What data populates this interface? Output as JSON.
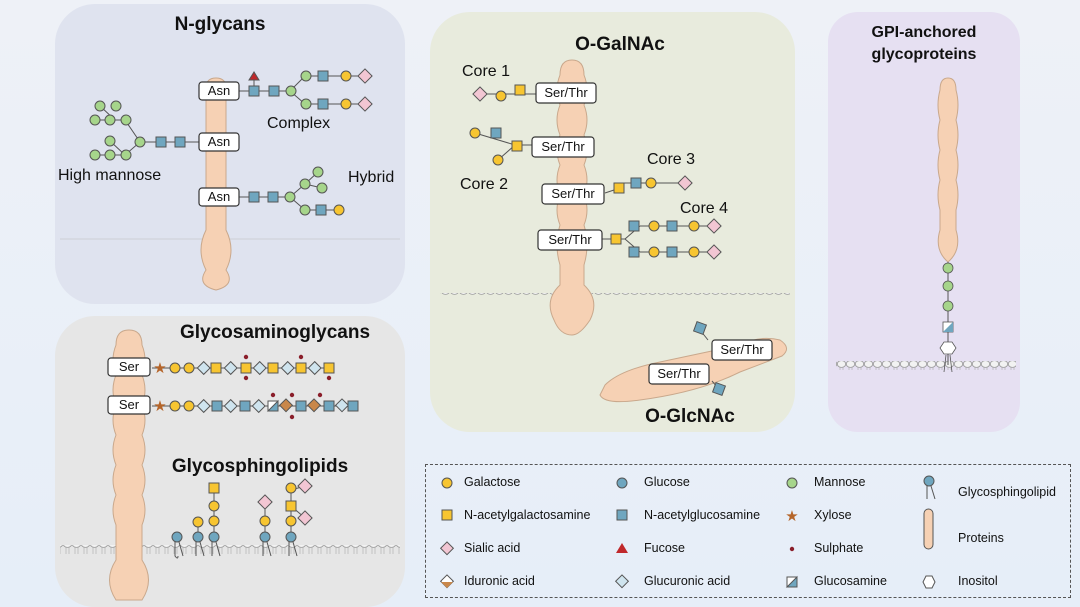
{
  "panels": {
    "n_glycans": {
      "title": "N-glycans",
      "labels": {
        "high_mannose": "High mannose",
        "complex": "Complex",
        "hybrid": "Hybrid"
      },
      "residue": "Asn"
    },
    "o_galnac": {
      "title": "O-GalNAc",
      "cores": [
        "Core 1",
        "Core 2",
        "Core 3",
        "Core 4"
      ],
      "residue": "Ser/Thr"
    },
    "o_glcnac": {
      "title": "O-GlcNAc",
      "residue": "Ser/Thr"
    },
    "gpi": {
      "title_line1": "GPI-anchored",
      "title_line2": "glycoproteins"
    },
    "gags": {
      "title": "Glycosaminoglycans",
      "residue": "Ser"
    },
    "gsl": {
      "title": "Glycosphingolipids"
    }
  },
  "legend": [
    {
      "icon": "galactose-icon",
      "label": "Galactose"
    },
    {
      "icon": "glucose-icon",
      "label": "Glucose"
    },
    {
      "icon": "mannose-icon",
      "label": "Mannose"
    },
    {
      "icon": "glycosphingolipid-icon",
      "label": "Glycosphingolipid"
    },
    {
      "icon": "galnac-icon",
      "label": "N-acetylgalactosamine"
    },
    {
      "icon": "glcnac-icon",
      "label": "N-acetylglucosamine"
    },
    {
      "icon": "xylose-icon",
      "label": "Xylose"
    },
    {
      "icon": "protein-icon",
      "label": "Proteins"
    },
    {
      "icon": "sialic-acid-icon",
      "label": "Sialic acid"
    },
    {
      "icon": "fucose-icon",
      "label": "Fucose"
    },
    {
      "icon": "sulphate-icon",
      "label": "Sulphate"
    },
    {
      "icon": "iduronic-acid-icon",
      "label": "Iduronic acid"
    },
    {
      "icon": "glucuronic-acid-icon",
      "label": "Glucuronic acid"
    },
    {
      "icon": "glucosamine-icon",
      "label": "Glucosamine"
    },
    {
      "icon": "inositol-icon",
      "label": "Inositol"
    }
  ],
  "colors": {
    "galactose": "#f7c531",
    "glucose": "#6fa6bf",
    "mannose": "#a6d58b",
    "galnac": "#f7c531",
    "glcnac": "#6fa6bf",
    "sialic": "#f2c6d3",
    "fucose": "#c0282b",
    "xylose": "#b5652a",
    "sulphate": "#8a1e2a",
    "iduronic": "#c9874a",
    "glucuronic": "#cfe4ee",
    "protein": "#f6d1b4",
    "panel_blue": "#dfe3ef",
    "panel_olive": "#e8ebdd",
    "panel_grey": "#e6e6e6",
    "panel_purple": "#e6e0f2"
  }
}
